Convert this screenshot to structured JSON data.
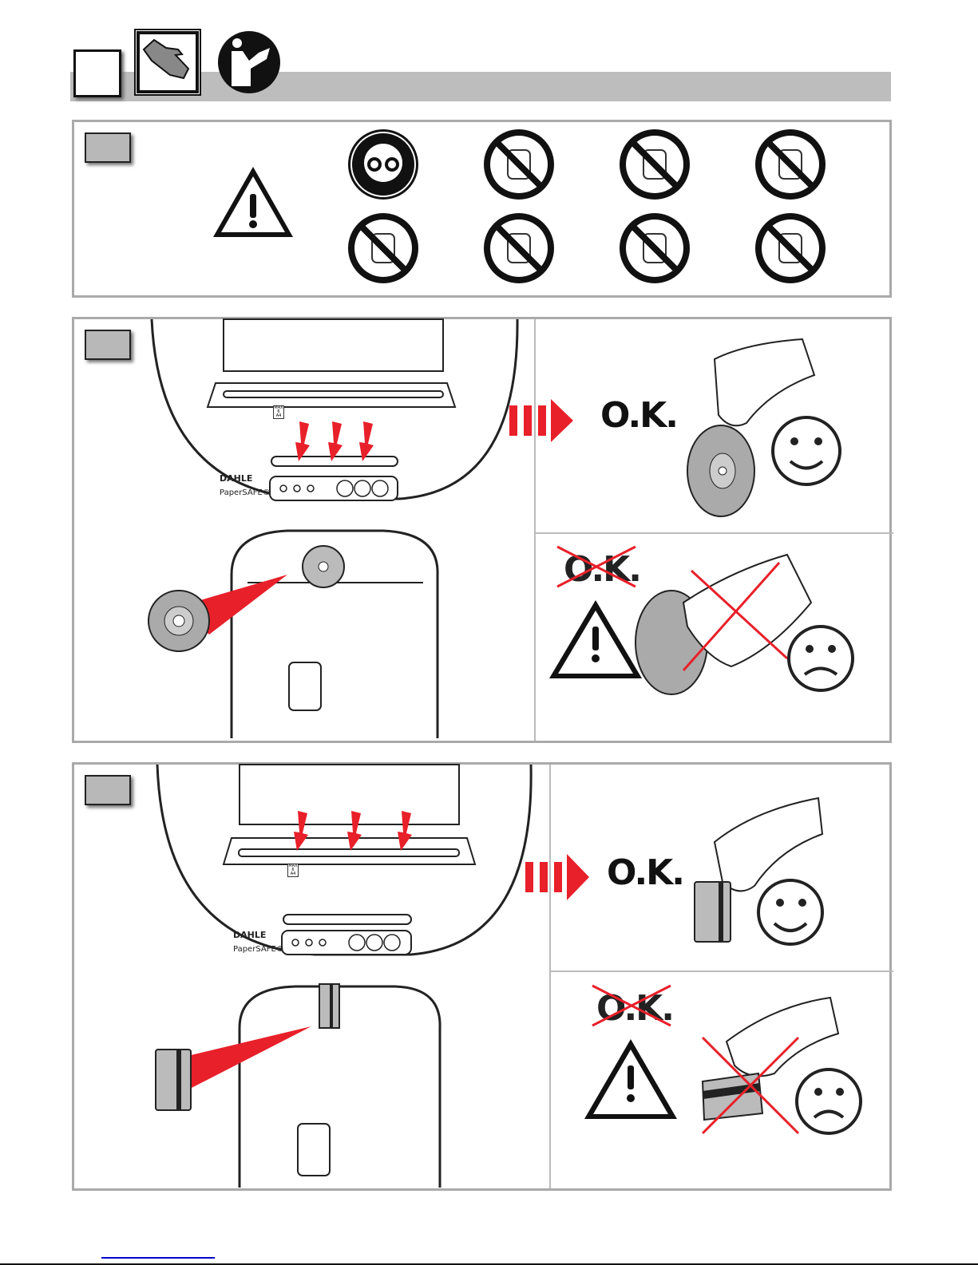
{
  "header": {
    "icons": [
      "gloves-icon",
      "read-manual-icon"
    ]
  },
  "section1": {
    "icons": [
      "warning-triangle-icon",
      "wear-eye-protection-icon",
      "no-children-icon",
      "no-tie-icon",
      "no-long-hair-icon",
      "no-hands-icon",
      "no-paper-clip-icon",
      "no-floppy-disk-icon",
      "no-aerosol-icon"
    ]
  },
  "section2": {
    "ok_label": "O.K.",
    "not_ok_label": "O.K.",
    "brand": "DAHLE",
    "model": "PaperSAFE®",
    "label_max": "MAX",
    "label_count": "6",
    "label_size": "A4"
  },
  "section3": {
    "ok_label": "O.K.",
    "not_ok_label": "O.K.",
    "brand": "DAHLE",
    "model": "PaperSAFE®",
    "label_max": "MAX",
    "label_count": "6",
    "label_size": "A4"
  },
  "colors": {
    "accent": "#e8202a",
    "panel_border": "#aaaaaa",
    "bar": "#bdbdbd"
  }
}
